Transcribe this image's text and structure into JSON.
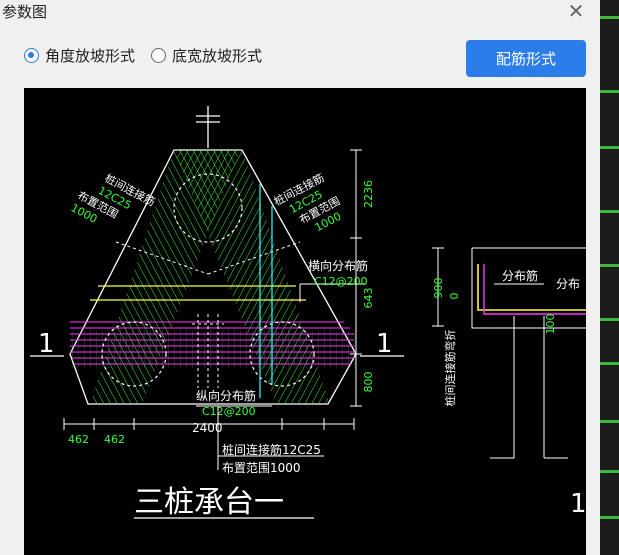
{
  "dialog": {
    "title": "参数图",
    "radios": [
      {
        "label": "角度放坡形式",
        "checked": true
      },
      {
        "label": "底宽放坡形式",
        "checked": false
      }
    ],
    "button_label": "配筋形式"
  },
  "drawing": {
    "top_labels": {
      "left_line1": "桩间连接筋",
      "left_line2": "12C25",
      "left_line3": "布置范围",
      "left_line4": "1000",
      "right_line1": "桩间连接筋",
      "right_line2": "12C25",
      "right_line3": "布置范围",
      "right_line4": "1000"
    },
    "transverse_label": "横向分布筋",
    "transverse_spec": "C12@200",
    "longitudinal_label": "纵向分布筋",
    "longitudinal_spec": "C12@200",
    "bottom_label1": "桩间连接筋12C25",
    "bottom_label2": "布置范围1000",
    "dims_right": [
      "2236",
      "643",
      "800"
    ],
    "dims_bottom": [
      "462",
      "462",
      "2400"
    ],
    "section_mark": "1",
    "main_title": "三桩承台一",
    "section_view": {
      "label_dist1": "分布筋",
      "label_dist2": "分布",
      "dim_900": "900",
      "dim_0": "0",
      "dim_100": "100",
      "side_label": "桩间连接筋弯折"
    }
  },
  "colors": {
    "accent": "#2b7de9",
    "rebar_green": "#33ff33",
    "rebar_magenta": "#ff33ff",
    "rebar_yellow": "#ffff33",
    "cyan": "#33ffff",
    "dim_green": "#00e000"
  }
}
